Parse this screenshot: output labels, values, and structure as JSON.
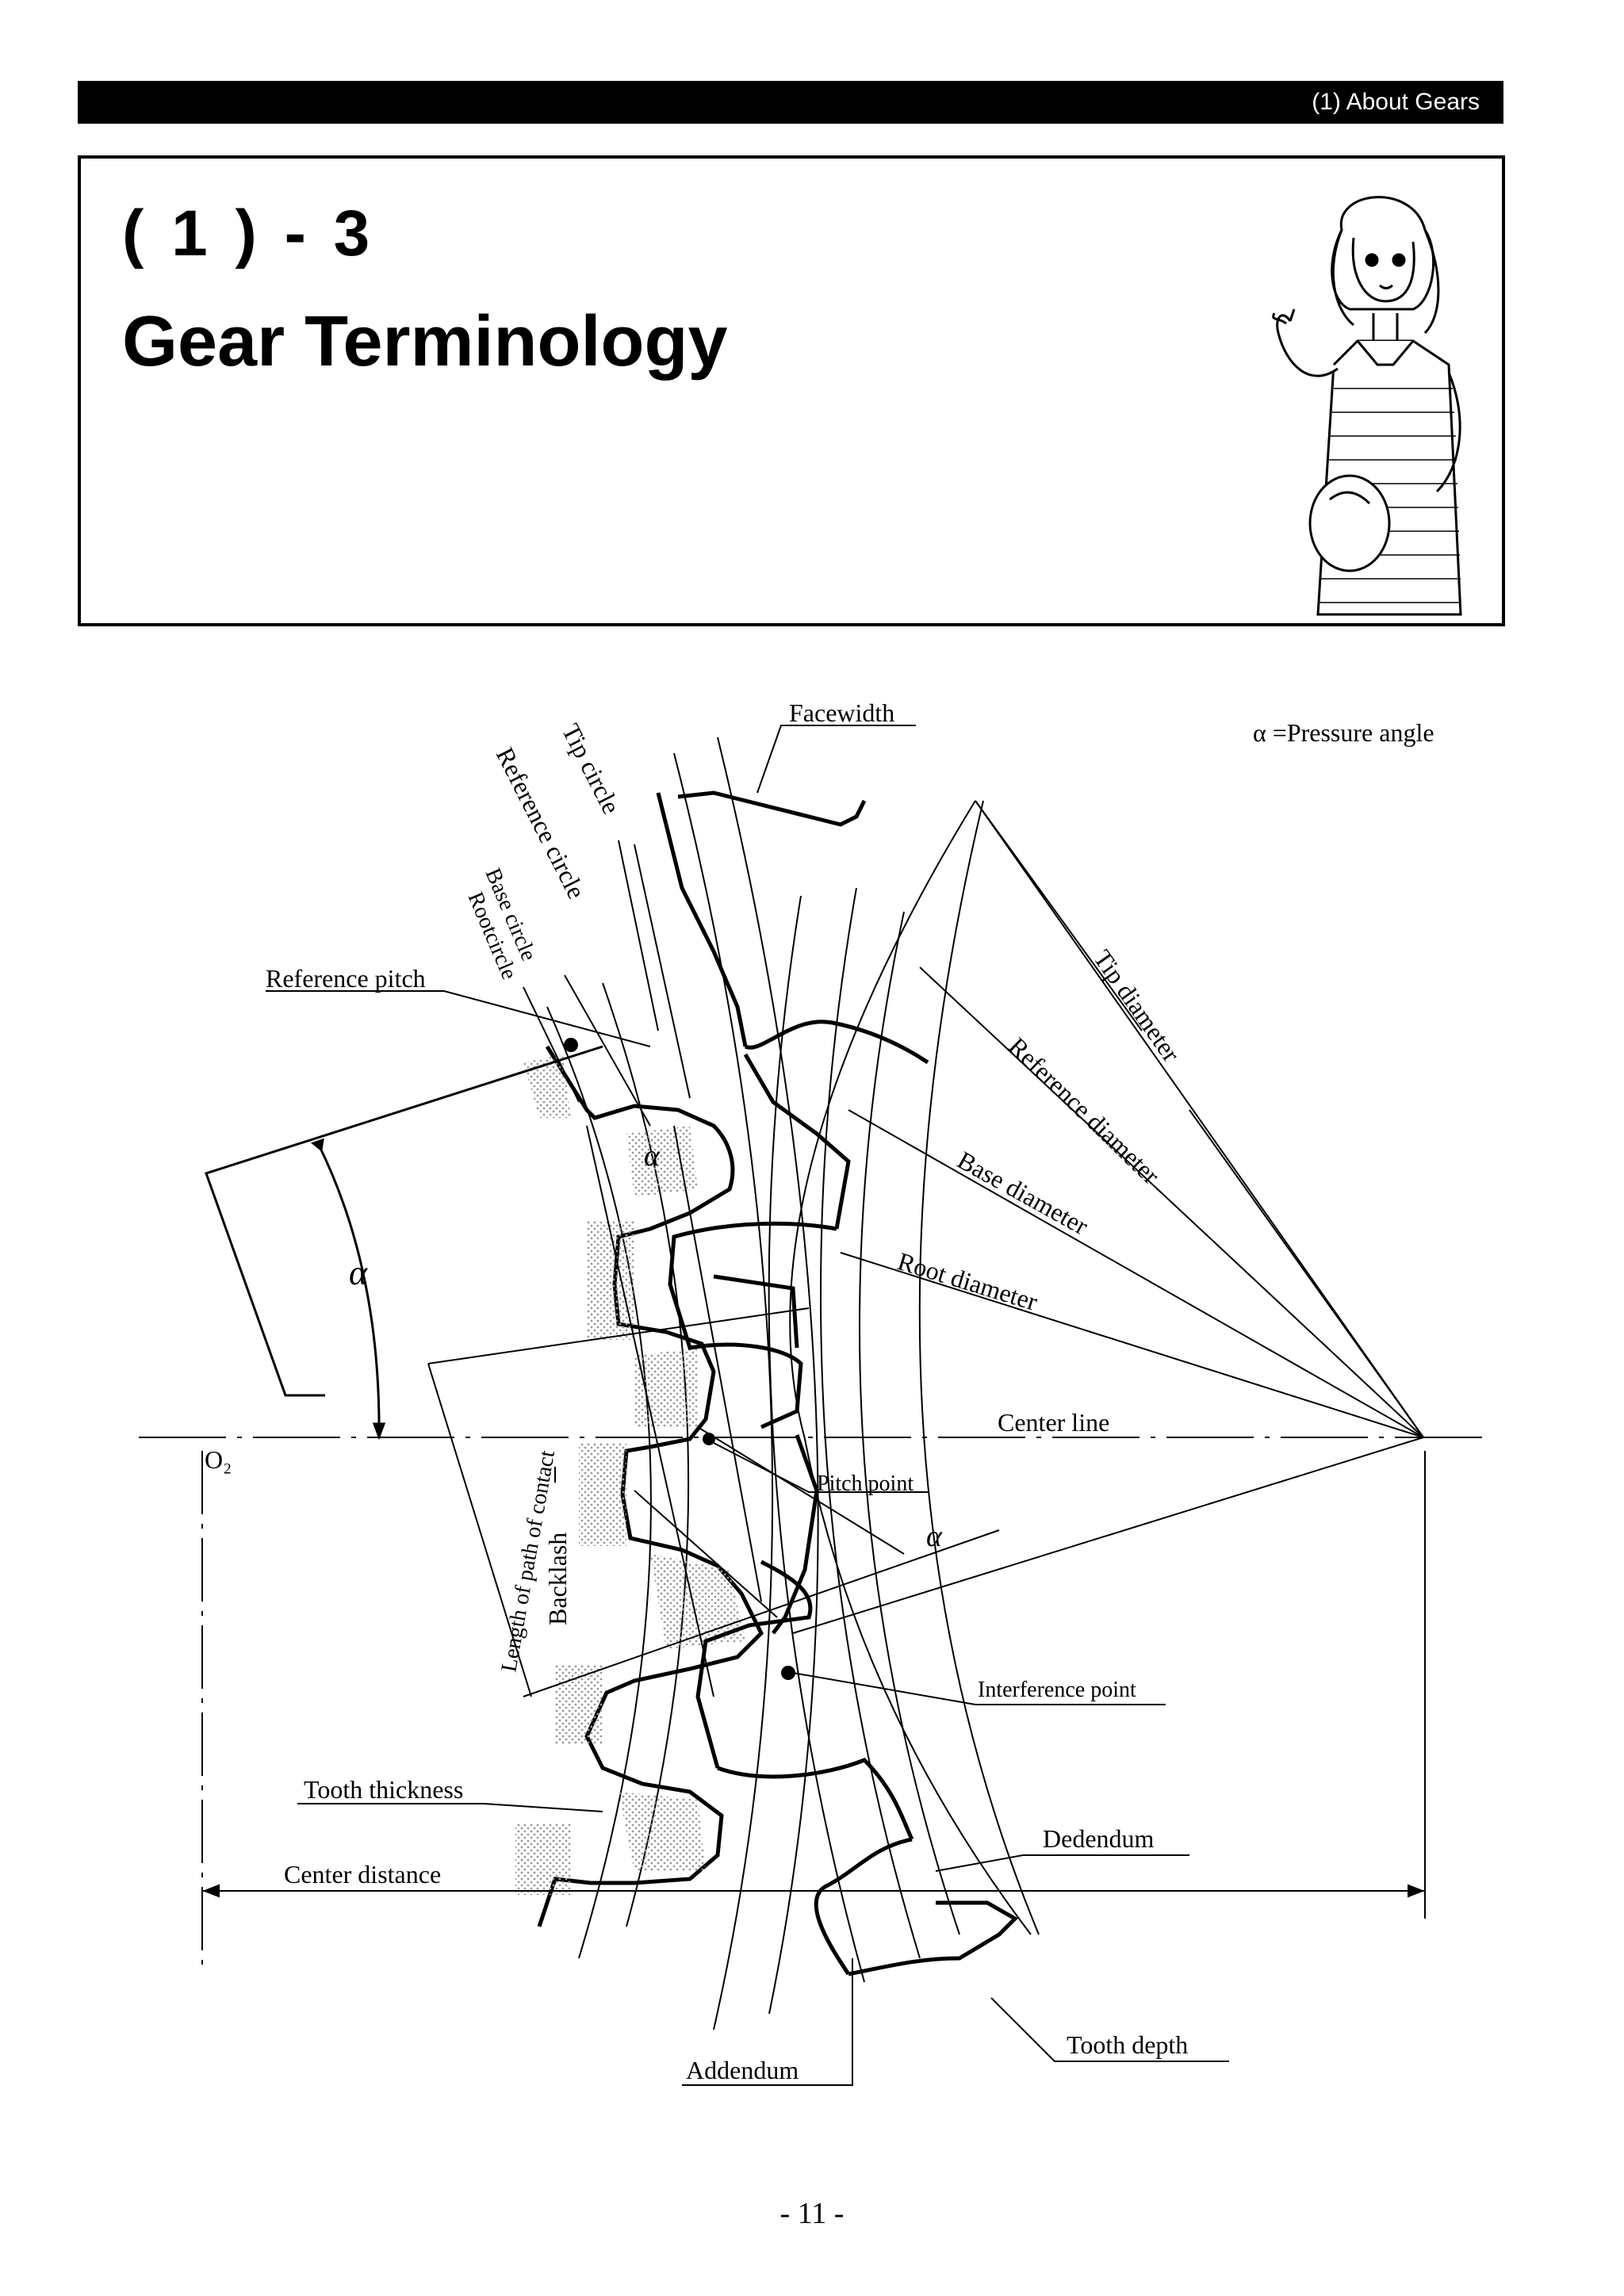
{
  "header": {
    "section_label": "(1) About Gears"
  },
  "title": {
    "number": "( 1 ) - 3",
    "heading": "Gear Terminology"
  },
  "legend": {
    "alpha_def": "α =Pressure angle"
  },
  "labels": {
    "facewidth": "Facewidth",
    "tip_circle": "Tip circle",
    "reference_circle": "Reference circle",
    "base_circle": "Base circle",
    "root_circle": "Rootcircle",
    "reference_pitch": "Reference pitch",
    "tip_diameter": "Tip diameter",
    "reference_diameter": "Reference diameter",
    "base_diameter": "Base diameter",
    "root_diameter": "Root diameter",
    "center_line": "Center line",
    "o2": "O₂",
    "pitch_point": "Pitch point",
    "length_path_contact": "Length of path of contact",
    "backlash": "Backlash",
    "interference_point": "Interference point",
    "tooth_thickness": "Tooth thickness",
    "center_distance": "Center distance",
    "dedendum": "Dedendum",
    "addendum": "Addendum",
    "tooth_depth": "Tooth depth",
    "alpha": "α"
  },
  "page_number": "- 11 -"
}
